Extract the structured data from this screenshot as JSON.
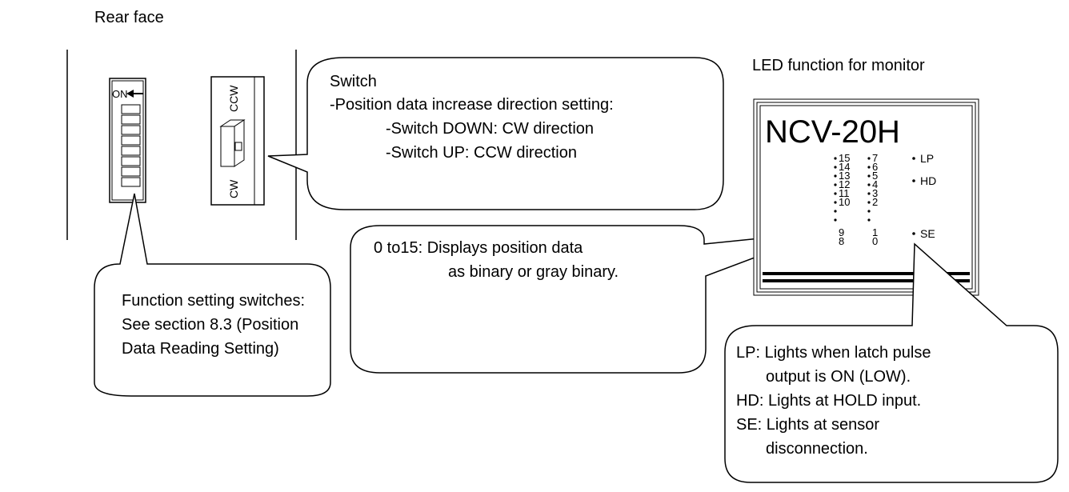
{
  "labels": {
    "rear_face": "Rear face",
    "led_title": "LED function for monitor",
    "model": "NCV-20H",
    "on": "ON",
    "ccw": "CCW",
    "cw": "CW"
  },
  "callouts": {
    "switch": [
      "Switch",
      "-Position data increase direction setting:",
      "-Switch DOWN: CW direction",
      "-Switch UP: CCW direction"
    ],
    "function": [
      "Function setting switches:",
      "See section 8.3 (Position",
      "Data Reading Setting)"
    ],
    "bits": [
      "0 to15: Displays position data",
      "as binary or gray binary."
    ],
    "status": [
      "LP: Lights when latch pulse",
      "output is ON (LOW).",
      "HD: Lights at HOLD input.",
      "SE: Lights at sensor",
      "disconnection."
    ]
  },
  "leds": {
    "col1": [
      "15",
      "14",
      "13",
      "12",
      "11",
      "10",
      "9",
      "8"
    ],
    "col2": [
      "7",
      "6",
      "5",
      "4",
      "3",
      "2",
      "1",
      "0"
    ],
    "lp": "LP",
    "hd": "HD",
    "se": "SE"
  }
}
